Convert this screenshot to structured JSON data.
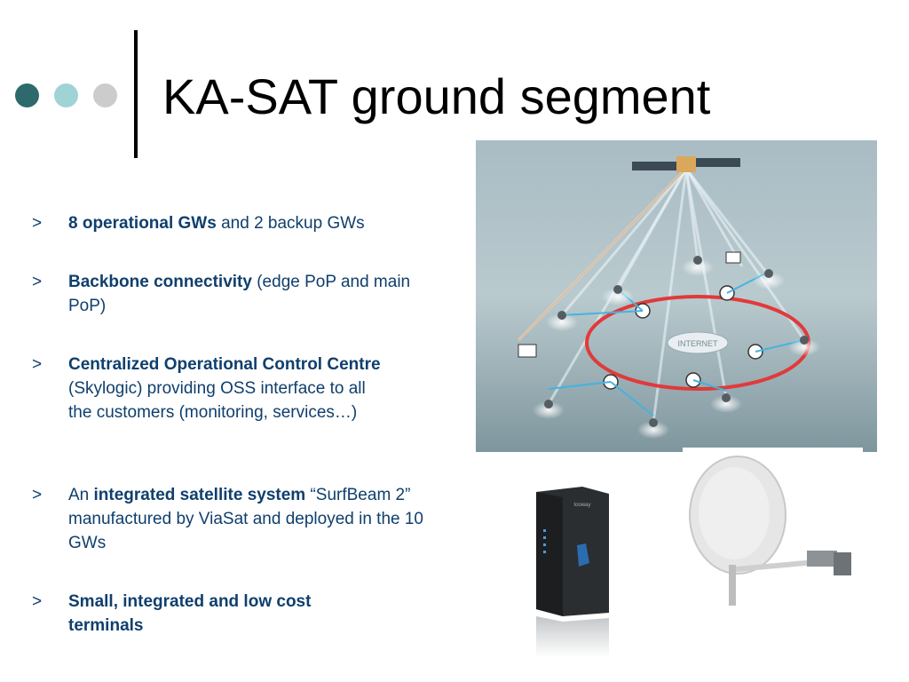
{
  "slide": {
    "title": "KA-SAT ground segment",
    "bullet_marker": ">",
    "bullets": [
      {
        "bold": "8 operational GWs",
        "rest": " and 2 backup GWs",
        "lead": ""
      },
      {
        "bold": "Backbone connectivity",
        "rest": " (edge PoP and main PoP)",
        "lead": ""
      },
      {
        "bold": "Centralized Operational Control Centre",
        "rest": " (Skylogic) providing OSS interface to all the customers (monitoring, services…)",
        "lead": ""
      },
      {
        "lead": "An ",
        "bold": "integrated satellite system",
        "rest": " “SurfBeam 2” manufactured by ViaSat and deployed in the 10 GWs"
      },
      {
        "bold": "Small, integrated and low cost terminals",
        "rest": "",
        "lead": ""
      }
    ]
  },
  "images": {
    "network_label": "INTERNET",
    "modem_label": "tooway"
  },
  "colors": {
    "dot1": "#2e6a6b",
    "dot2": "#9fd3d6",
    "dot3": "#cccccc",
    "text": "#0f3f6d",
    "ring": "#e03a3a"
  }
}
